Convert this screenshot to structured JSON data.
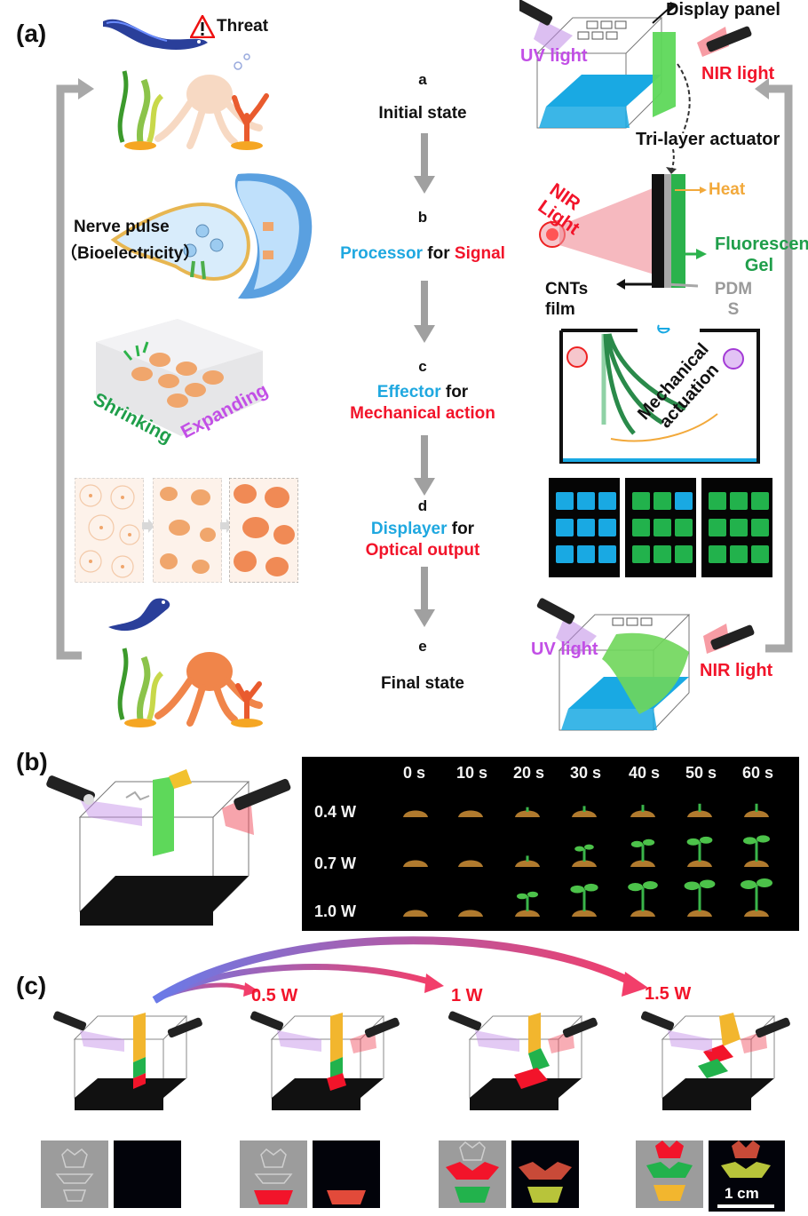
{
  "panel_a": {
    "label": "(a)",
    "threat": "Threat",
    "nerve_pulse": "Nerve pulse",
    "bioelectricity": "（Bioelectricity）",
    "shrinking": "Shrinking",
    "expanding": "Expanding",
    "steps": [
      {
        "letter": "a",
        "text": "Initial state"
      },
      {
        "letter": "b",
        "part1": "Processor",
        "part2": " for ",
        "part3": "Signal"
      },
      {
        "letter": "c",
        "part1": "Effector",
        "part2": " for",
        "part3": "Mechanical action"
      },
      {
        "letter": "d",
        "part1": "Displayer",
        "part2": " for",
        "part3": "Optical output"
      },
      {
        "letter": "e",
        "text": "Final state"
      }
    ],
    "right": {
      "display_panel": "Display panel",
      "uv_light": "UV light",
      "nir_light": "NIR light",
      "tri_layer": "Tri-layer actuator",
      "nir_light_beam": "NIR Light",
      "heat": "Heat",
      "fluorescent_gel": "Fluorescent Gel",
      "cnts_film": "CNTs film",
      "pdms": "PDMS",
      "mechanical_actuation": "Mechanical actuation"
    },
    "colors": {
      "cyan": "#19a9e3",
      "green": "#22b24c",
      "red": "#f2142a",
      "purple": "#c24fe6"
    }
  },
  "panel_b": {
    "label": "(b)",
    "times": [
      "0 s",
      "10 s",
      "20 s",
      "30 s",
      "40 s",
      "50 s",
      "60 s"
    ],
    "powers": [
      "0.4 W",
      "0.7 W",
      "1.0 W"
    ],
    "sprout_growth": [
      [
        0,
        0,
        0.05,
        0.1,
        0.15,
        0.2,
        0.2
      ],
      [
        0,
        0,
        0.1,
        0.4,
        0.6,
        0.7,
        0.75
      ],
      [
        0,
        0,
        0.5,
        0.8,
        0.9,
        0.95,
        1.0
      ]
    ]
  },
  "panel_c": {
    "label": "(c)",
    "powers": [
      "0.5 W",
      "1 W",
      "1.5 W"
    ],
    "scale_bar": "1 cm"
  }
}
